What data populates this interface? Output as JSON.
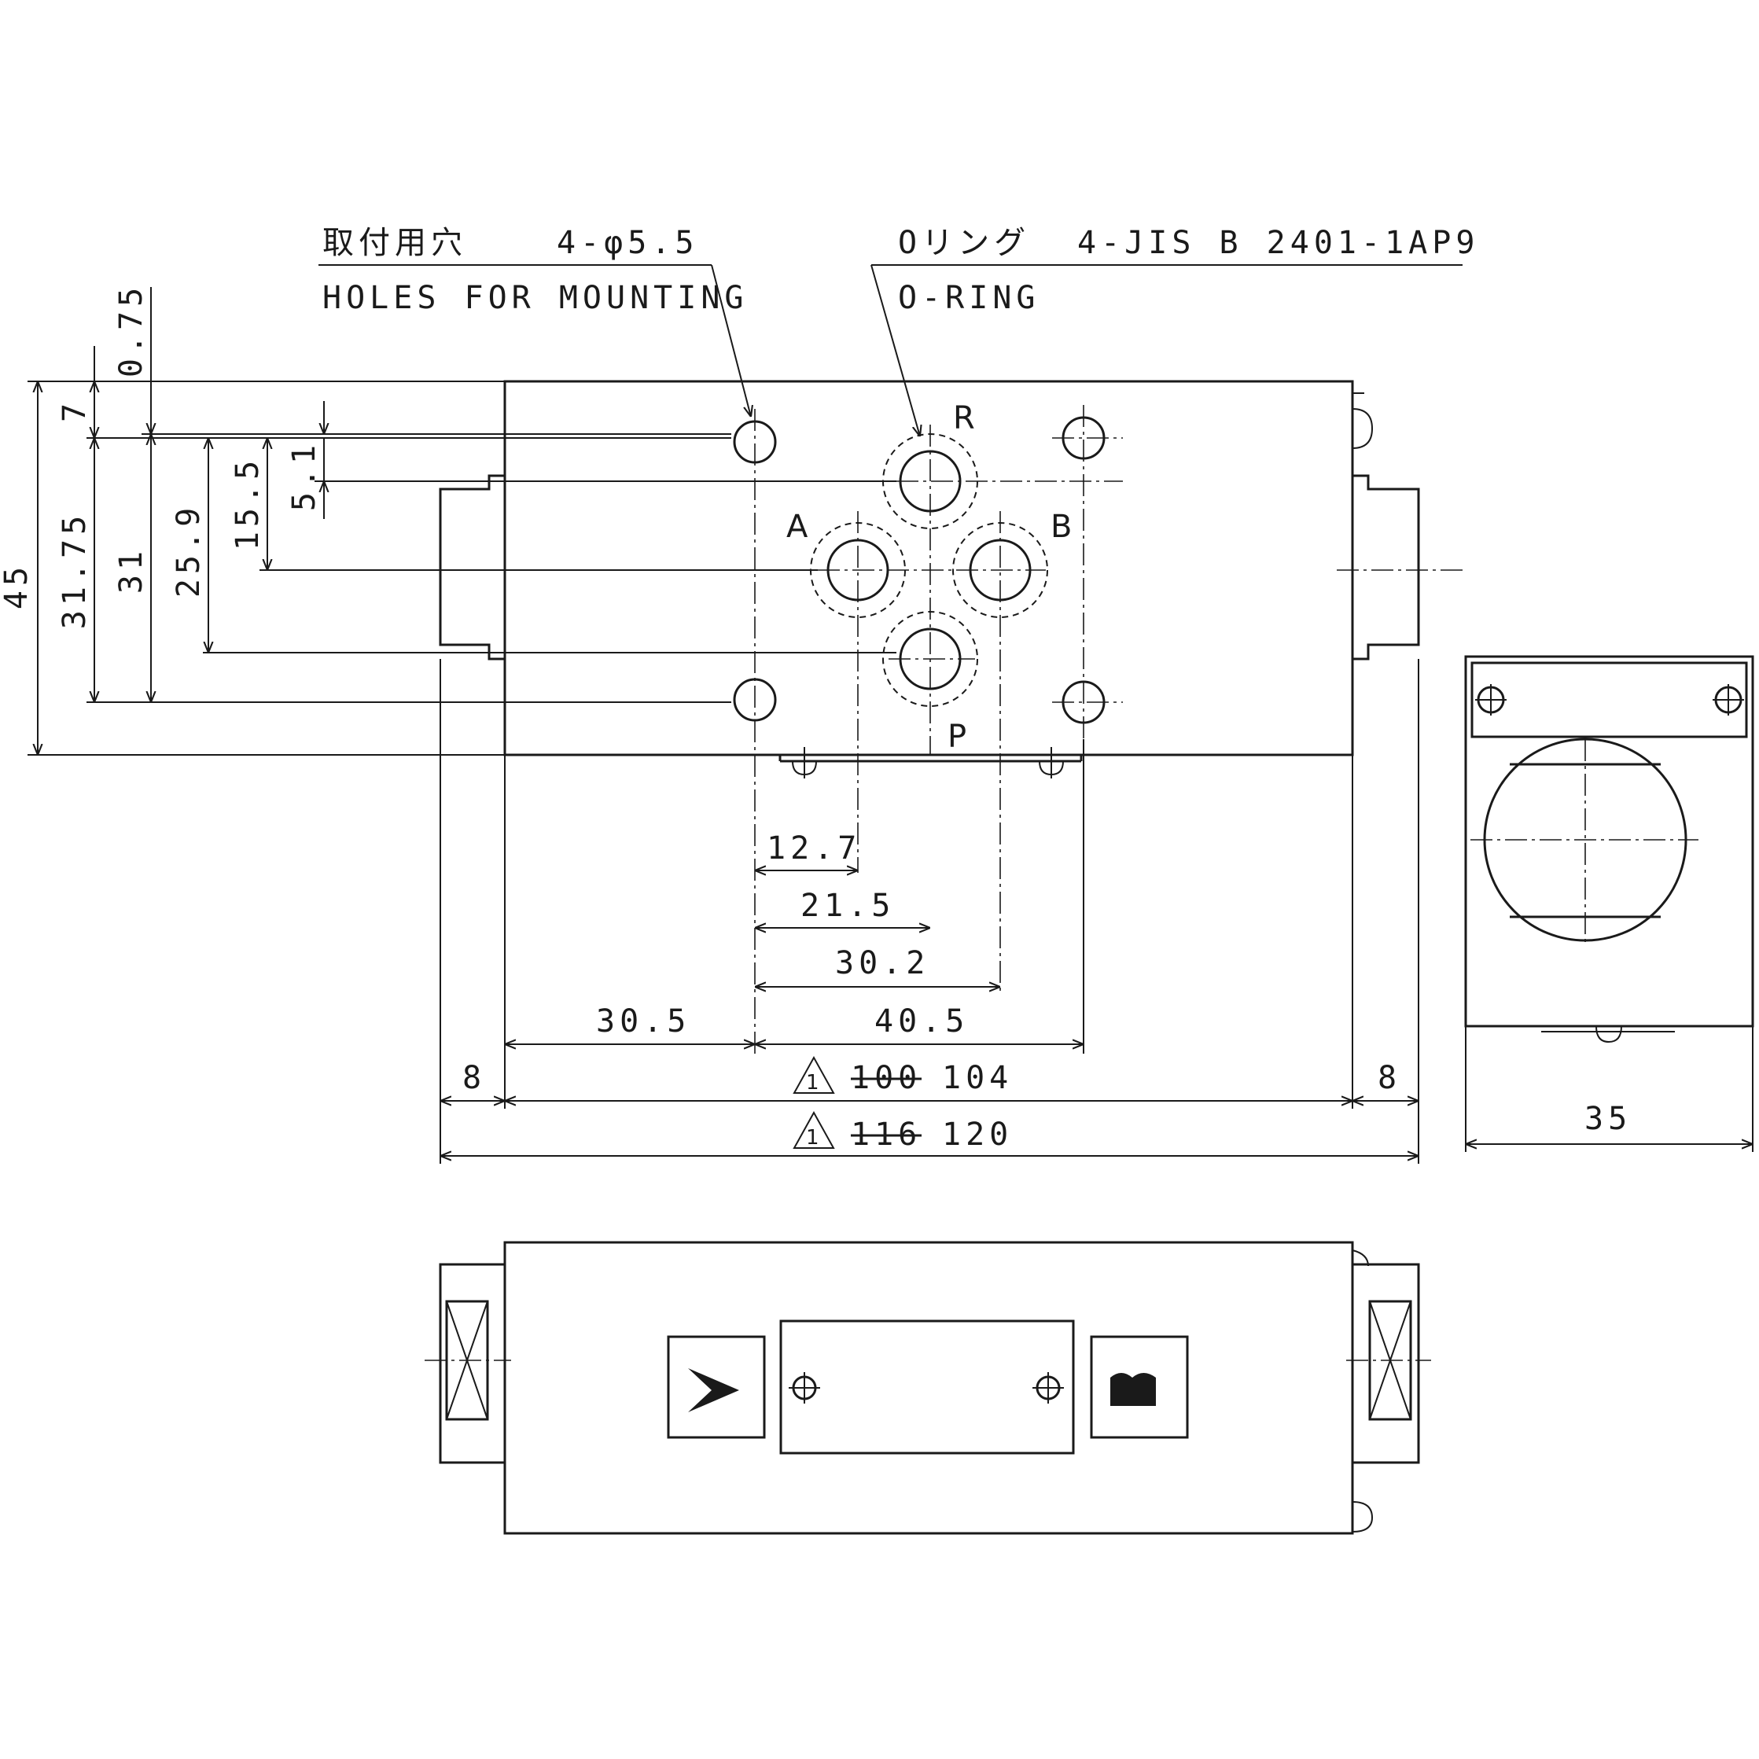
{
  "callouts": {
    "holes_jp": "取付用穴",
    "holes_spec": "4-φ5.5",
    "holes_en": "HOLES FOR MOUNTING",
    "oring_jp": "Oリング",
    "oring_spec": "4-JIS B 2401-1AP9",
    "oring_en": "O-RING"
  },
  "ports": {
    "r": "R",
    "a": "A",
    "b": "B",
    "p": "P"
  },
  "dims_vertical": {
    "d075": "0.75",
    "d7": "7",
    "d45": "45",
    "d3175": "31.75",
    "d31": "31",
    "d259": "25.9",
    "d155": "15.5",
    "d51": "5.1"
  },
  "dims_horizontal": {
    "d127": "12.7",
    "d215": "21.5",
    "d302": "30.2",
    "d305": "30.5",
    "d405": "40.5",
    "d8_left": "8",
    "d8_right": "8",
    "old104": "100",
    "d104": "104",
    "old120": "116",
    "d120": "120",
    "rev_mark": "1",
    "d35": "35"
  }
}
